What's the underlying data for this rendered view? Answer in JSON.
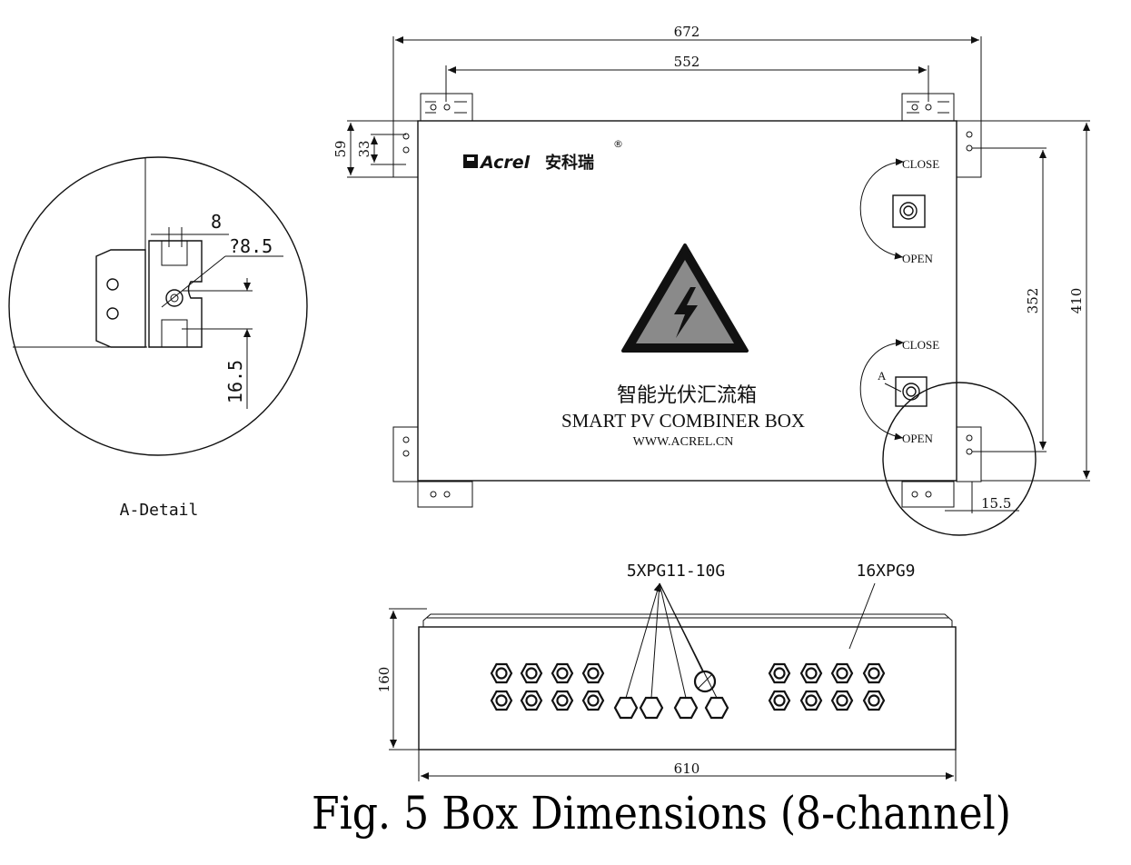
{
  "figure": {
    "caption": "Fig. 5 Box Dimensions (8-channel)"
  },
  "dimensions": {
    "overall_width": "672",
    "mount_spacing": "552",
    "bracket_height": "59",
    "bracket_hole": "33",
    "height_outer": "410",
    "height_inner": "352",
    "hole_offset": "15.5",
    "depth": "160",
    "body_width": "610"
  },
  "detail": {
    "label": "A-Detail",
    "width": "8",
    "hole_dia": "?8.5",
    "hole_spacing": "16.5",
    "marker": "A"
  },
  "front_panel": {
    "brand": "Acrel",
    "brand_cn": "安科瑞",
    "registered": "®",
    "name_cn": "智能光伏汇流箱",
    "name_en": "SMART PV COMBINER BOX",
    "website": "WWW.ACREL.CN",
    "lock_top": {
      "close": "CLOSE",
      "open": "OPEN"
    },
    "lock_bottom": {
      "close": "CLOSE",
      "open": "OPEN"
    },
    "warning_icon": "high-voltage-warning-icon",
    "logo_icon": "acrel-logo-icon"
  },
  "bottom_view": {
    "gland_large": "5XPG11-10G",
    "gland_small": "16XPG9"
  }
}
